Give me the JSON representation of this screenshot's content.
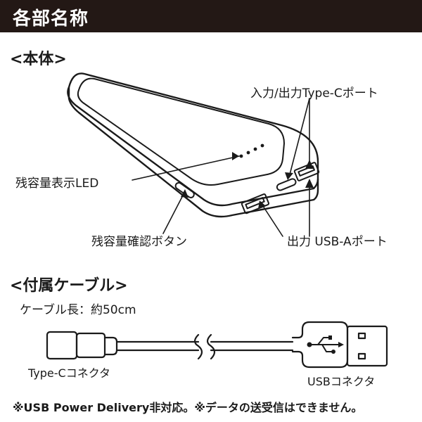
{
  "header": {
    "title": "各部名称"
  },
  "body_section": {
    "heading": "<本体>",
    "labels": {
      "io_port": "入力/出力Type-Cポート",
      "led": "残容量表示LED",
      "check_button": "残容量確認ボタン",
      "usb_a": "出力 USB-Aポート"
    }
  },
  "cable_section": {
    "heading": "<付属ケーブル>",
    "length": "ケーブル長：約50cm",
    "typec_label": "Type-Cコネクタ",
    "usb_label": "USBコネクタ"
  },
  "footer": {
    "note": "※USB Power Delivery非対応。※データの送受信はできません。"
  },
  "colors": {
    "ink": "#1a1a1a",
    "title_bar": "#231815",
    "title_text": "#ffffff"
  },
  "icons": [
    "usb-symbol-icon"
  ]
}
